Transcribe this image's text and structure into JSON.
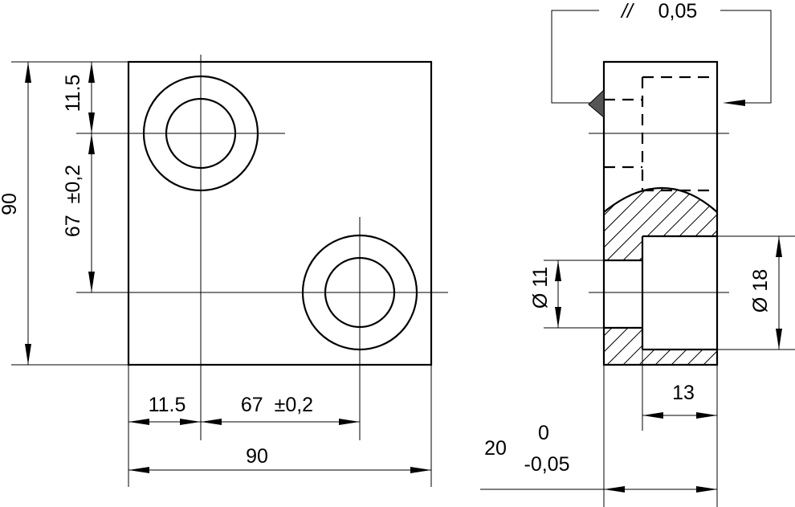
{
  "front_view": {
    "dim_width_total": "90",
    "dim_left_offset": "11.5",
    "dim_hole_spacing_h": "67  ±0,2",
    "dim_height_total": "90",
    "dim_top_offset": "11.5",
    "dim_hole_spacing_v": "67  ±0,2"
  },
  "side_view": {
    "parallelism_symbol": "//",
    "parallelism_tolerance": "0,05",
    "dim_small_bore": "Ø 11",
    "dim_large_bore": "Ø 18",
    "dim_counterbore_depth": "13",
    "dim_thickness": "20",
    "tol_upper": "0",
    "tol_lower": "-0,05"
  }
}
